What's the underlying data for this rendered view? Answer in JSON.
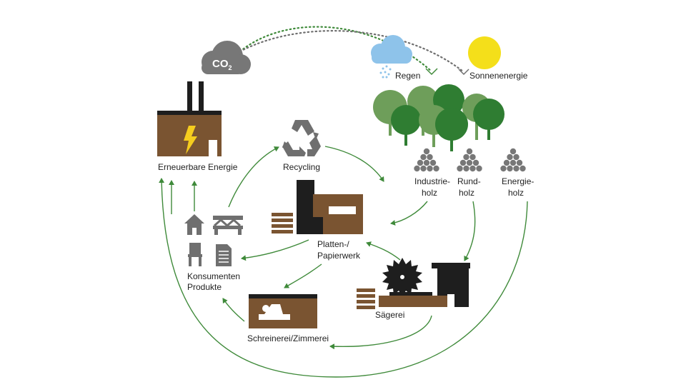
{
  "colors": {
    "brown": "#7a5431",
    "black": "#1e1e1e",
    "arrow_green": "#3f8a3a",
    "tree_light": "#6e9e5a",
    "tree_dark": "#2f7d32",
    "gray": "#6f6f6f",
    "cloud_gray": "#777777",
    "rain_blue": "#8ec3ea",
    "sun_yellow": "#f4df1a",
    "bolt_yellow": "#f5cc1e"
  },
  "labels": {
    "co2_main": "CO",
    "co2_sub": "2",
    "rain": "Regen",
    "solar": "Sonnenenergie",
    "renewable_energy": "Erneuerbare Energie",
    "recycling": "Recycling",
    "industrial_wood": [
      "Industrie-",
      "holz"
    ],
    "roundwood": [
      "Rund-",
      "holz"
    ],
    "energy_wood": [
      "Energie-",
      "holz"
    ],
    "panel_paper_mill": [
      "Platten-/",
      "Papierwerk"
    ],
    "consumer_products": [
      "Konsumenten",
      "Produkte"
    ],
    "sawmill": "Sägerei",
    "joinery": "Schreinerei/Zimmerei"
  },
  "icons": {
    "co2_cloud": "cloud-icon",
    "rain": "rain-cloud-icon",
    "sun": "sun-icon",
    "forest": "tree-icon",
    "power_plant": "power-plant-icon",
    "lightning": "lightning-bolt-icon",
    "recycling": "recycle-icon",
    "log_pile": "log-pile-icon",
    "factory": "factory-icon",
    "house": "house-icon",
    "bridge": "bridge-icon",
    "chair": "chair-icon",
    "paper": "document-icon",
    "saw_blade": "saw-blade-icon",
    "plane": "wood-plane-icon"
  }
}
